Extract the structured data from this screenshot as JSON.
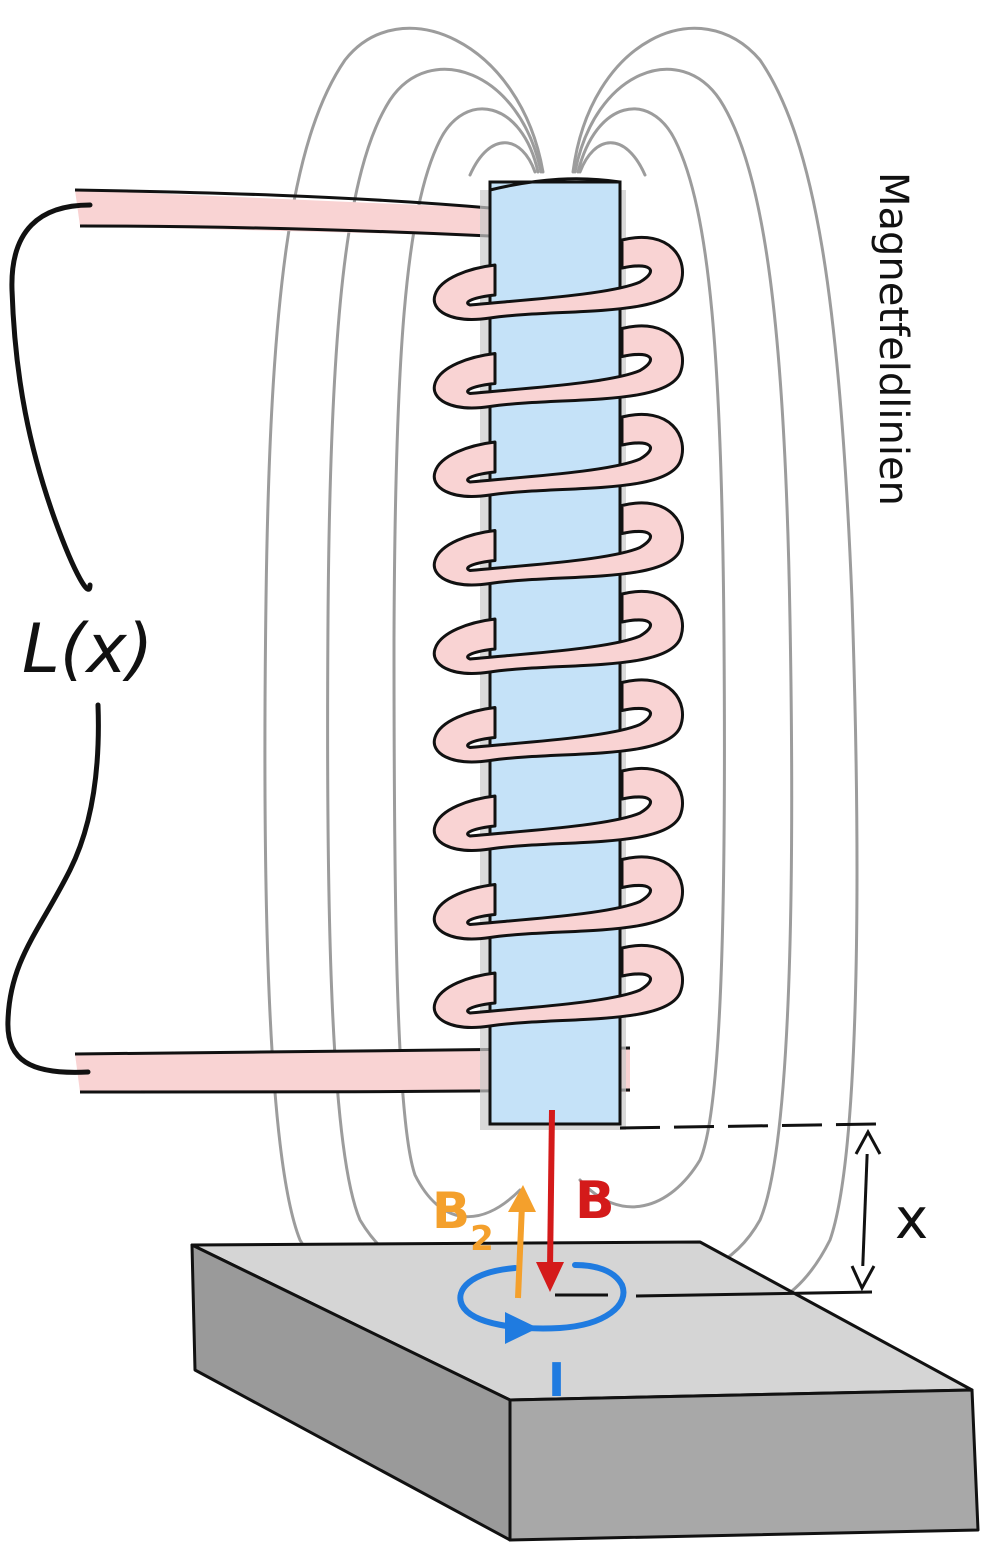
{
  "labels": {
    "inductance": "L(x)",
    "field_lines": "Magnetfeldlinien",
    "gap": "x",
    "field": "B",
    "induced_field_main": "B",
    "induced_field_sub": "2",
    "current": "I"
  },
  "colors": {
    "core_fill": "#c5e2f8",
    "wire_fill": "#f9d3d3",
    "field_lines": "#9c9c9c",
    "ink": "#111111",
    "field_B": "#d41a1a",
    "field_B2": "#f4a02c",
    "current_I": "#1f7be0",
    "plate_top": "#d5d5d5",
    "plate_side": "#9a9a9a",
    "plate_front": "#a8a8a8"
  }
}
